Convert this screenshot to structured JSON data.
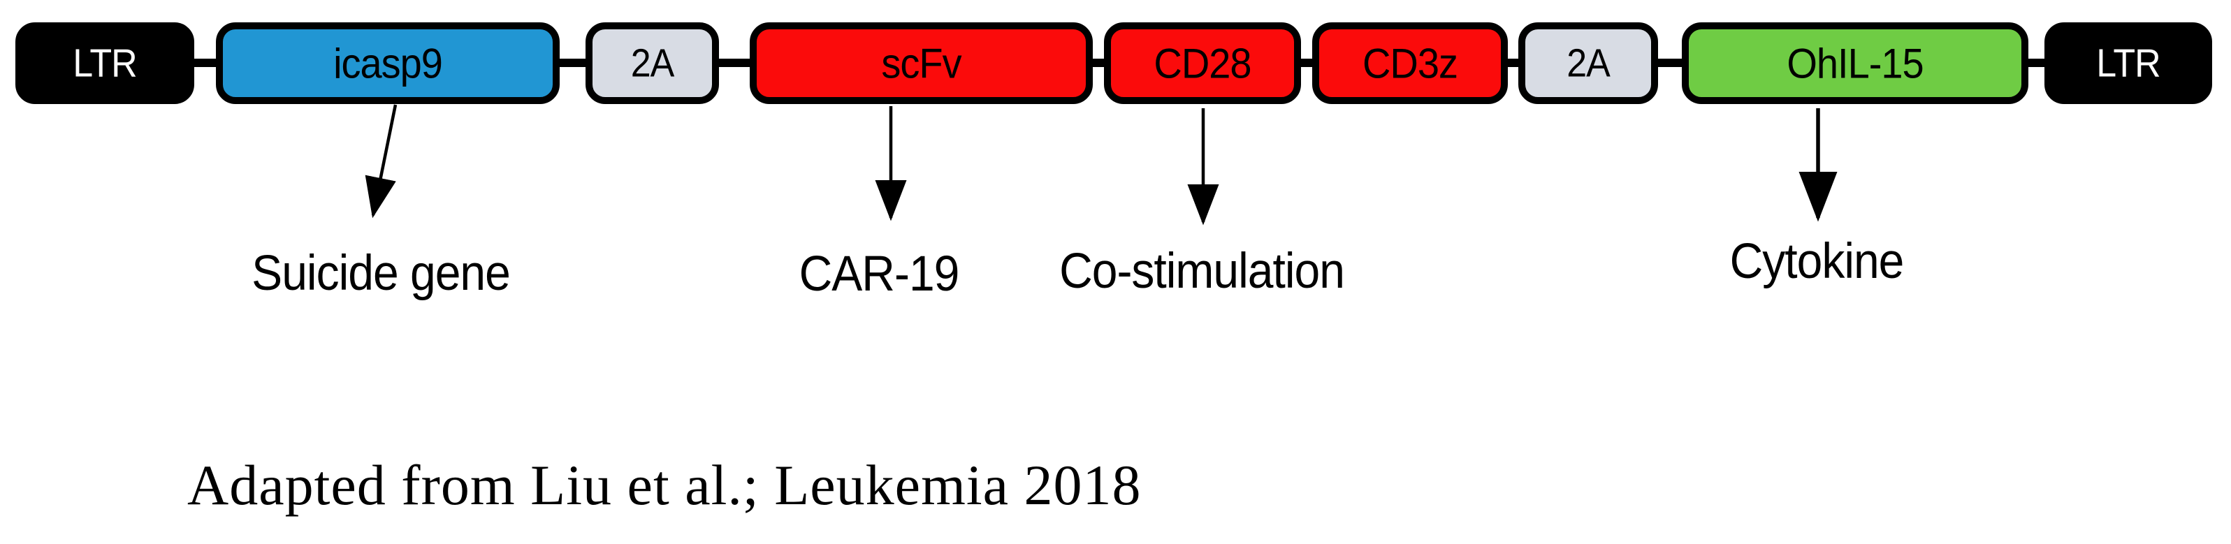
{
  "construct": {
    "segments": [
      {
        "label": "LTR",
        "fill": "#000000",
        "text": "#ffffff"
      },
      {
        "label": "icasp9",
        "fill": "#2196D3",
        "text": "#000000"
      },
      {
        "label": "2A",
        "fill": "#D8DCE4",
        "text": "#000000"
      },
      {
        "label": "scFv",
        "fill": "#FB0B0B",
        "text": "#000000"
      },
      {
        "label": "CD28",
        "fill": "#FB0B0B",
        "text": "#000000"
      },
      {
        "label": "CD3z",
        "fill": "#FB0B0B",
        "text": "#000000"
      },
      {
        "label": "2A",
        "fill": "#D8DCE4",
        "text": "#000000"
      },
      {
        "label": "OhIL-15",
        "fill": "#6FCC44",
        "text": "#000000"
      },
      {
        "label": "LTR",
        "fill": "#000000",
        "text": "#ffffff"
      }
    ],
    "annotations": [
      {
        "label": "Suicide gene",
        "points_to": "icasp9"
      },
      {
        "label": "CAR-19",
        "points_to": "scFv"
      },
      {
        "label": "Co-stimulation",
        "points_to": "CD28"
      },
      {
        "label": "Cytokine",
        "points_to": "OhIL-15"
      }
    ],
    "citation": "Adapted from Liu et al.; Leukemia 2018",
    "colors": {
      "backbone": "#000000",
      "ltr": "#000000",
      "suicide_gene_blue": "#2196D3",
      "linker_gray": "#D8DCE4",
      "car_red": "#FB0B0B",
      "cytokine_green": "#6FCC44"
    }
  }
}
